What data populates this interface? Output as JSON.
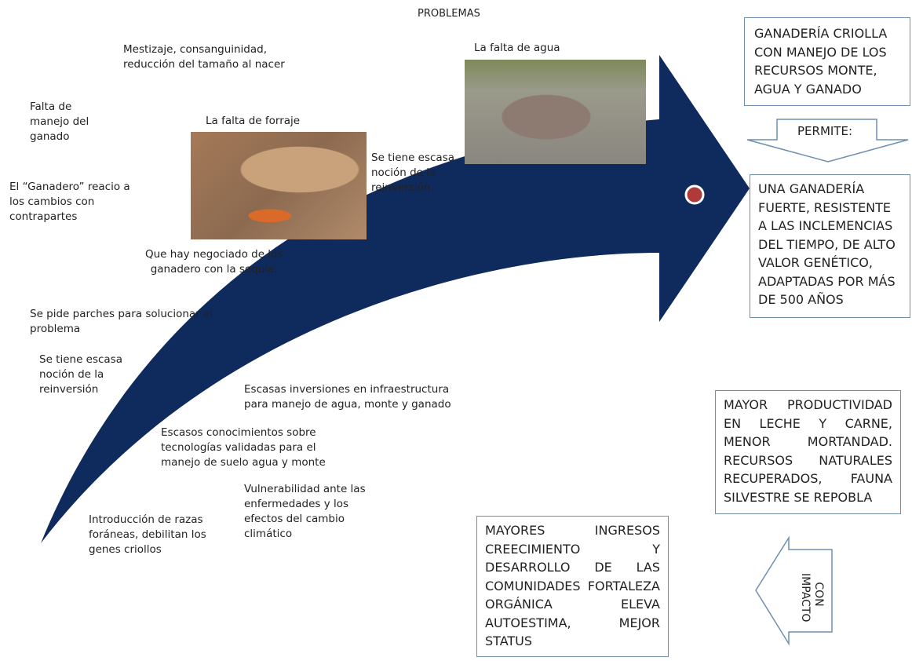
{
  "title": "PROBLEMAS",
  "colors": {
    "arrow": "#0f2a5c",
    "dot": "#b03a3a",
    "border": "#6f8fb0"
  },
  "problems": [
    "Mestizaje, consanguinidad,\nreducción del tamaño al nacer",
    "Falta de\nmanejo del\nganado",
    "El “Ganadero” reacio a\nlos cambios con\ncontrapartes",
    "Que hay negociado de los\nganadero con la sequía.",
    "Se pide parches para solucionar el\nproblema",
    "Se tiene escasa\nnoción de la\nreinversión",
    "Se tiene escasa\nnoción de la\nreinversión",
    "Escasas inversiones en infraestructura\npara manejo de agua, monte y ganado",
    "Escasos conocimientos sobre\ntecnologías validadas para el\nmanejo de suelo agua y monte",
    "Vulnerabilidad ante las\nenfermedades y los\nefectos del cambio\nclimático",
    "Introducción de razas\nforáneas, debilitan los\ngenes criollos"
  ],
  "photos": {
    "forraje": "La falta de forraje",
    "agua": "La falta de agua"
  },
  "boxes": {
    "criolla": "GANADERÍA CRIOLLA CON MANEJO DE LOS RECURSOS MONTE, AGUA Y GANADO",
    "permite": "PERMITE:",
    "fuerte": "UNA GANADERÍA FUERTE, RESISTENTE A LAS INCLEMENCIAS DEL TIEMPO, DE ALTO VALOR GENÉTICO, ADAPTADAS POR MÁS DE 500 AÑOS",
    "productividad": "MAYOR PRODUCTIVIDAD EN LECHE Y CARNE, MENOR MORTANDAD. RECURSOS NATURALES RECUPERADOS, FAUNA SILVESTRE SE REPOBLA",
    "ingresos": "MAYORES INGRESOS CREECIMIENTO Y DESARROLLO DE LAS COMUNIDADES FORTALEZA ORGÁNICA ELEVA AUTOESTIMA, MEJOR STATUS",
    "impacto": "CON IMPACTO"
  }
}
